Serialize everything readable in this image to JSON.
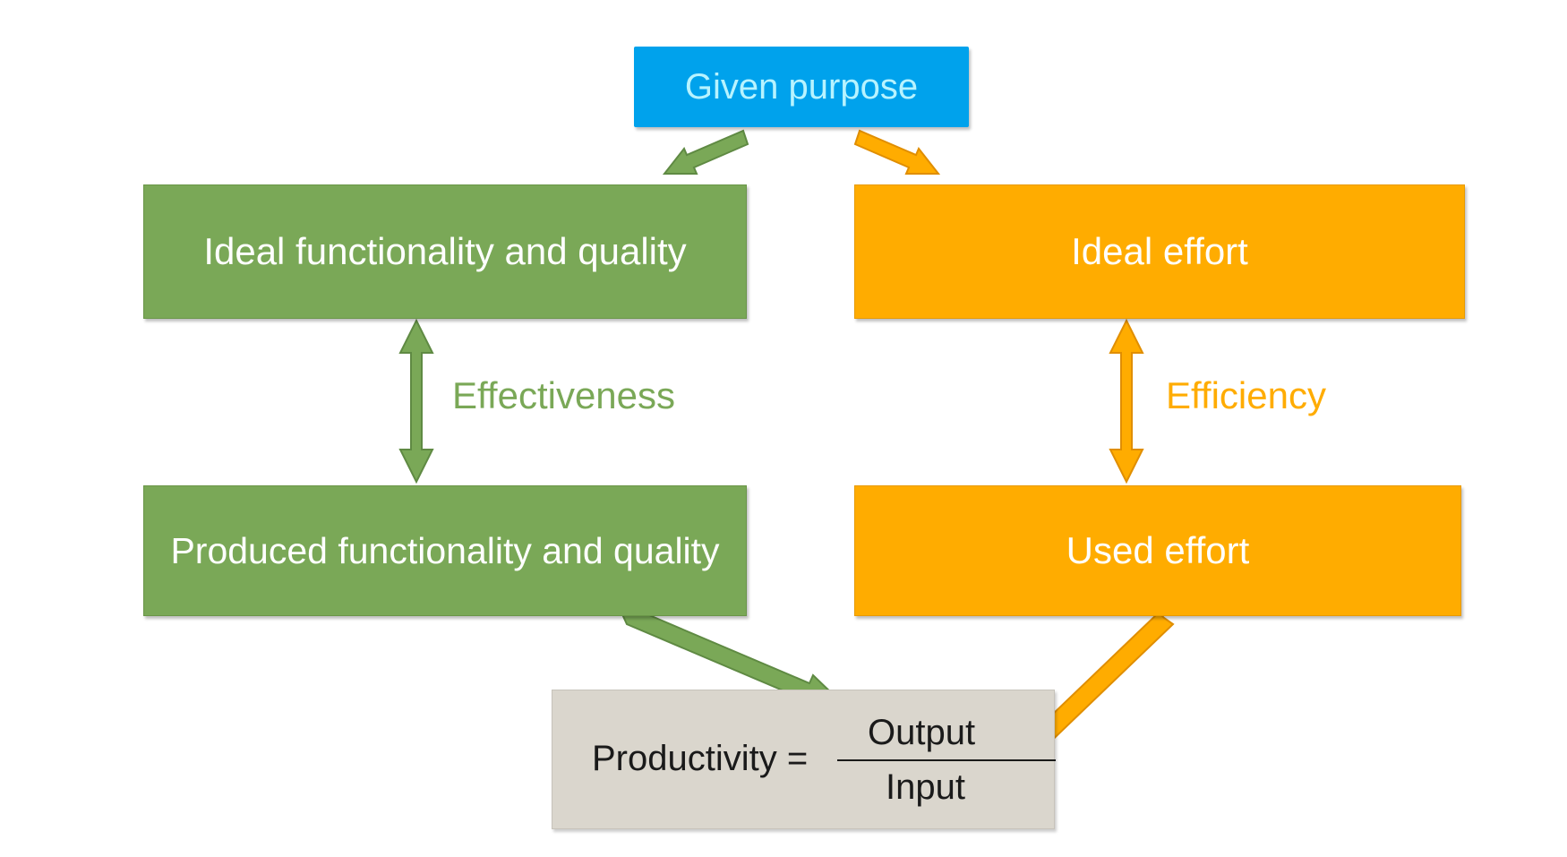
{
  "diagram": {
    "purpose": "Given purpose",
    "ideal_functionality": "Ideal functionality and quality",
    "produced_functionality": "Produced functionality and quality",
    "ideal_effort": "Ideal effort",
    "used_effort": "Used effort",
    "effectiveness": "Effectiveness",
    "efficiency": "Efficiency",
    "productivity": {
      "lhs": "Productivity =",
      "numerator": "Output",
      "denominator": "Input"
    }
  },
  "colors": {
    "purpose": "#00a2ec",
    "green": "#7aa857",
    "orange": "#ffac00",
    "productivity_bg": "#dad6cd"
  }
}
